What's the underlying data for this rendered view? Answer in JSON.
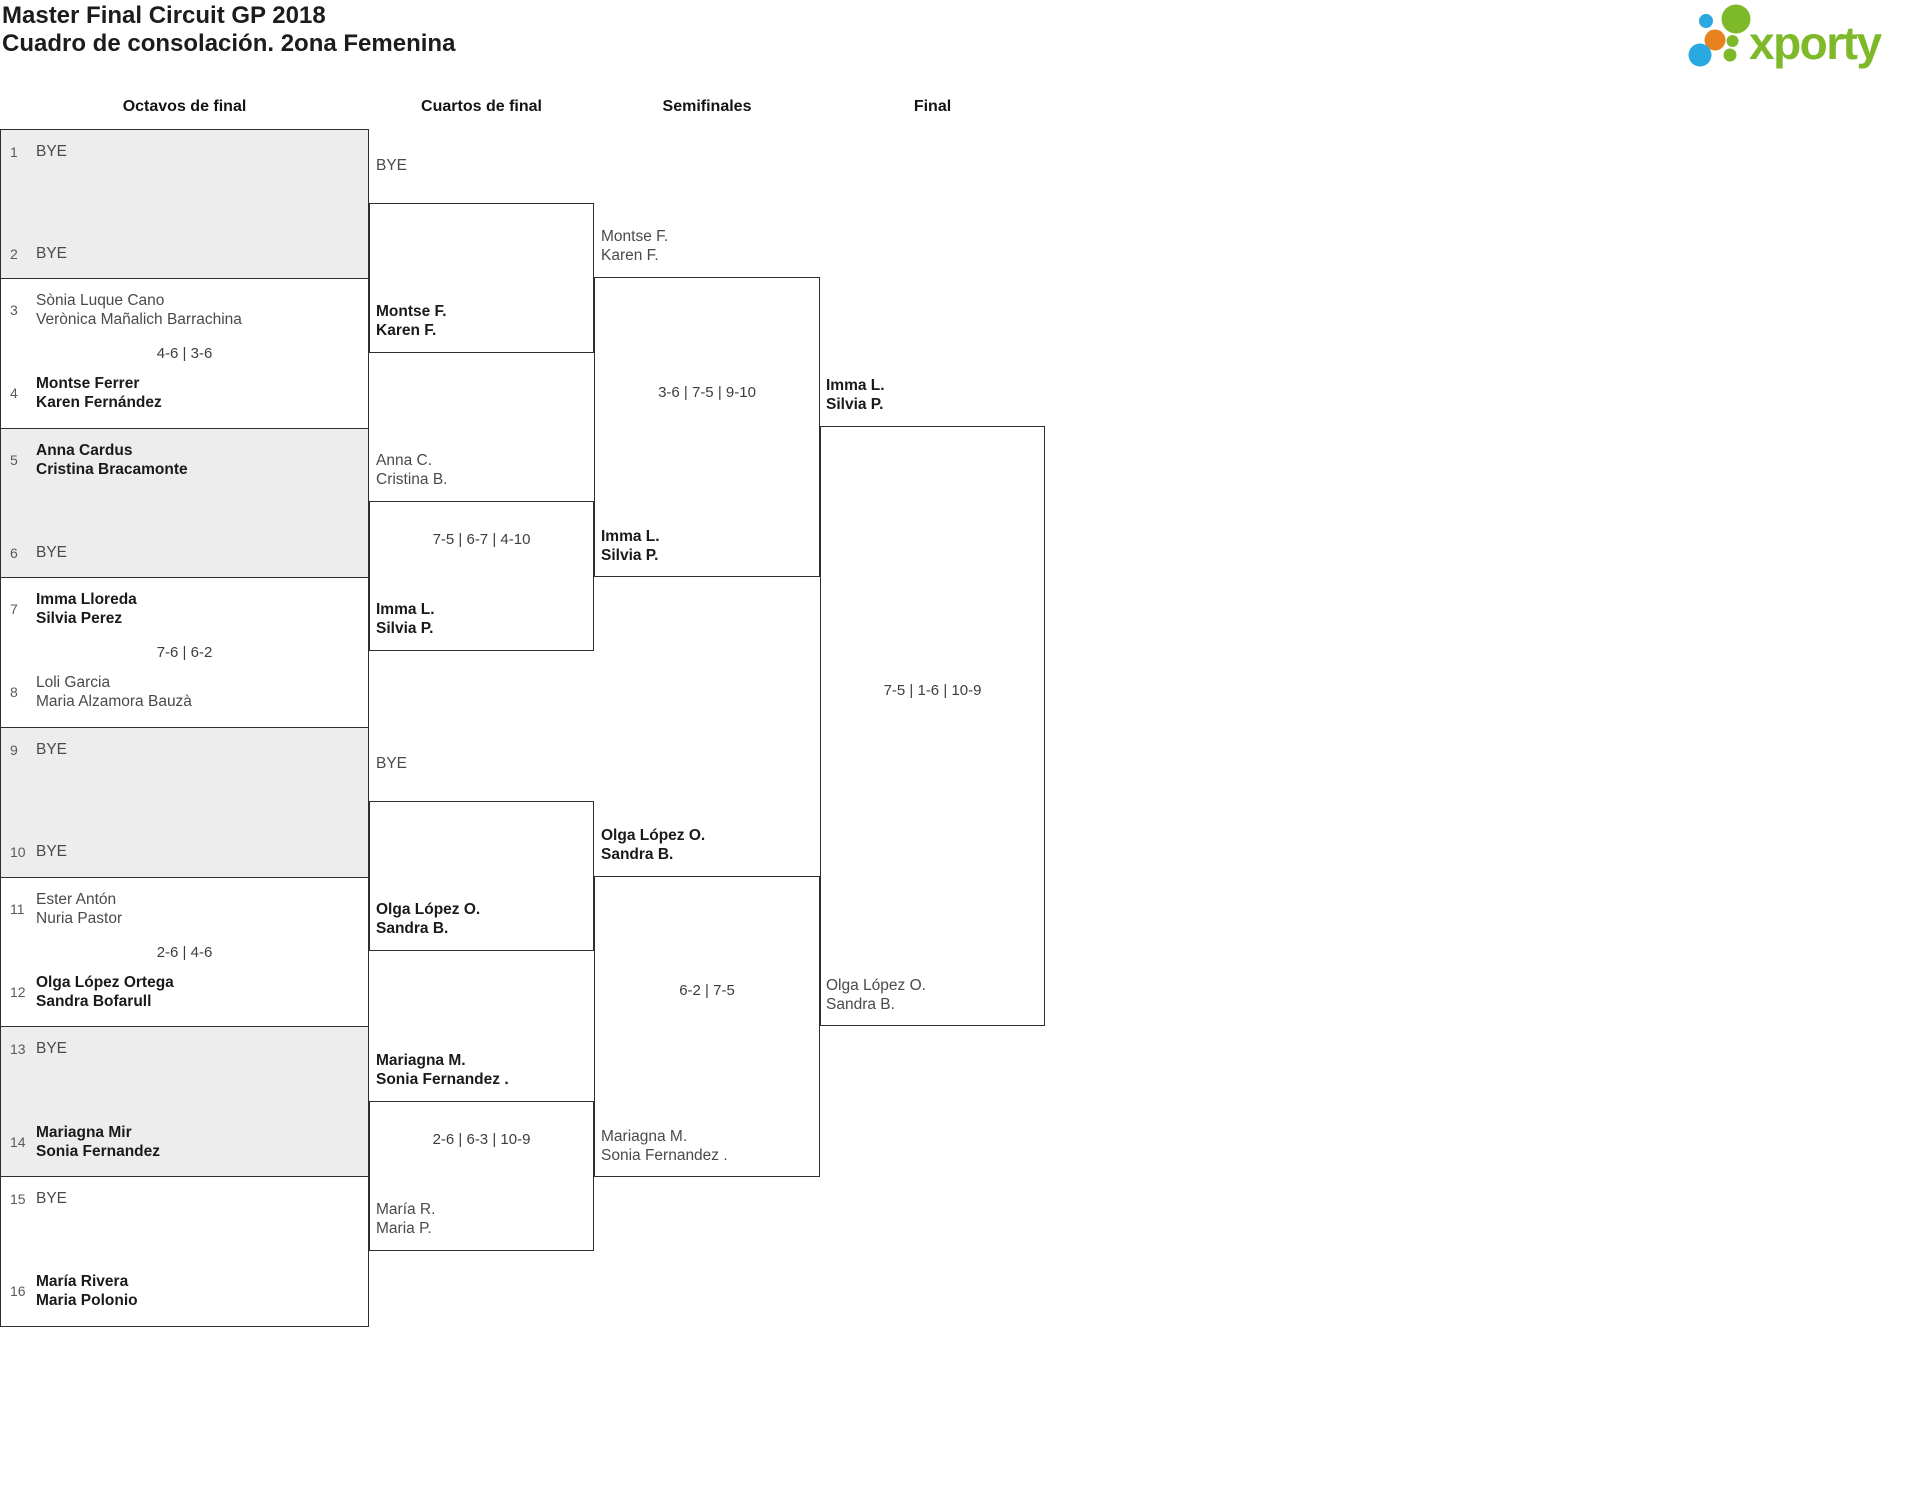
{
  "header": {
    "title": "Master Final Circuit GP 2018",
    "subtitle": "Cuadro de consolación. 2ona Femenina",
    "logo_text": "xporty"
  },
  "round_headers": [
    "Octavos de final",
    "Cuartos de final",
    "Semifinales",
    "Final"
  ],
  "colors": {
    "logo_green": "#7db928",
    "logo_blue": "#29a9e0",
    "logo_orange": "#e8821e",
    "shaded_box": "#ededed",
    "border": "#2e2e2e",
    "winner_text": "#1a1a1a",
    "loser_text": "#4a4a4a"
  },
  "chart_data": {
    "type": "table",
    "title": "Master Final Circuit GP 2018 — Cuadro de consolación. 2ona Femenina",
    "rounds": [
      "Octavos de final",
      "Cuartos de final",
      "Semifinales",
      "Final"
    ],
    "matches": [
      {
        "round": "Octavos de final",
        "pos": 1,
        "team_a": "BYE",
        "team_b": "BYE",
        "score": "",
        "winner": ""
      },
      {
        "round": "Octavos de final",
        "pos": 2,
        "team_a": "Sònia Luque Cano / Verònica Mañalich Barrachina",
        "team_b": "Montse Ferrer / Karen Fernández",
        "score": "4-6 | 3-6",
        "winner": "Montse Ferrer / Karen Fernández"
      },
      {
        "round": "Octavos de final",
        "pos": 3,
        "team_a": "Anna Cardus / Cristina Bracamonte",
        "team_b": "BYE",
        "score": "",
        "winner": "Anna Cardus / Cristina Bracamonte"
      },
      {
        "round": "Octavos de final",
        "pos": 4,
        "team_a": "Imma Lloreda / Silvia Perez",
        "team_b": "Loli Garcia / Maria Alzamora Bauzà",
        "score": "7-6 | 6-2",
        "winner": "Imma Lloreda / Silvia Perez"
      },
      {
        "round": "Octavos de final",
        "pos": 5,
        "team_a": "BYE",
        "team_b": "BYE",
        "score": "",
        "winner": ""
      },
      {
        "round": "Octavos de final",
        "pos": 6,
        "team_a": "Ester Antón / Nuria Pastor",
        "team_b": "Olga López Ortega / Sandra Bofarull",
        "score": "2-6 | 4-6",
        "winner": "Olga López Ortega / Sandra Bofarull"
      },
      {
        "round": "Octavos de final",
        "pos": 7,
        "team_a": "BYE",
        "team_b": "Mariagna Mir / Sonia Fernandez",
        "score": "",
        "winner": "Mariagna Mir / Sonia Fernandez"
      },
      {
        "round": "Octavos de final",
        "pos": 8,
        "team_a": "BYE",
        "team_b": "María Rivera / Maria Polonio",
        "score": "",
        "winner": "María Rivera / Maria Polonio"
      },
      {
        "round": "Cuartos de final",
        "pos": 1,
        "team_a": "BYE",
        "team_b": "Montse F. / Karen F.",
        "score": "",
        "winner": "Montse F. / Karen F."
      },
      {
        "round": "Cuartos de final",
        "pos": 2,
        "team_a": "Anna C. / Cristina B.",
        "team_b": "Imma L. / Silvia P.",
        "score": "7-5 | 6-7 | 4-10",
        "winner": "Imma L. / Silvia P."
      },
      {
        "round": "Cuartos de final",
        "pos": 3,
        "team_a": "BYE",
        "team_b": "Olga López O. / Sandra B.",
        "score": "",
        "winner": "Olga López O. / Sandra B."
      },
      {
        "round": "Cuartos de final",
        "pos": 4,
        "team_a": "Mariagna M. / Sonia Fernandez .",
        "team_b": "María R. / Maria P.",
        "score": "2-6 | 6-3 | 10-9",
        "winner": "Mariagna M. / Sonia Fernandez ."
      },
      {
        "round": "Semifinales",
        "pos": 1,
        "team_a": "Montse F. / Karen F.",
        "team_b": "Imma L. / Silvia P.",
        "score": "3-6 | 7-5 | 9-10",
        "winner": "Imma L. / Silvia P."
      },
      {
        "round": "Semifinales",
        "pos": 2,
        "team_a": "Olga López O. / Sandra B.",
        "team_b": "Mariagna M. / Sonia Fernandez .",
        "score": "6-2 | 7-5",
        "winner": "Olga López O. / Sandra B."
      },
      {
        "round": "Final",
        "pos": 1,
        "team_a": "Imma L. / Silvia P.",
        "team_b": "Olga López O. / Sandra B.",
        "score": "7-5 | 1-6 | 10-9",
        "winner": "Imma L. / Silvia P."
      }
    ]
  },
  "octavos": [
    {
      "seed_a": "1",
      "a1": "BYE",
      "a2": "",
      "seed_b": "2",
      "b1": "BYE",
      "b2": "",
      "score": ""
    },
    {
      "seed_a": "3",
      "a1": "Sònia Luque Cano",
      "a2": "Verònica Mañalich Barrachina",
      "seed_b": "4",
      "b1": "Montse Ferrer",
      "b2": "Karen Fernández",
      "score": "4-6 | 3-6"
    },
    {
      "seed_a": "5",
      "a1": "Anna Cardus",
      "a2": "Cristina Bracamonte",
      "seed_b": "6",
      "b1": "BYE",
      "b2": "",
      "score": ""
    },
    {
      "seed_a": "7",
      "a1": "Imma Lloreda",
      "a2": "Silvia Perez",
      "seed_b": "8",
      "b1": "Loli Garcia",
      "b2": "Maria Alzamora Bauzà",
      "score": "7-6 | 6-2"
    },
    {
      "seed_a": "9",
      "a1": "BYE",
      "a2": "",
      "seed_b": "10",
      "b1": "BYE",
      "b2": "",
      "score": ""
    },
    {
      "seed_a": "11",
      "a1": "Ester Antón",
      "a2": "Nuria Pastor",
      "seed_b": "12",
      "b1": "Olga López Ortega",
      "b2": "Sandra Bofarull",
      "score": "2-6 | 4-6"
    },
    {
      "seed_a": "13",
      "a1": "BYE",
      "a2": "",
      "seed_b": "14",
      "b1": "Mariagna Mir",
      "b2": "Sonia Fernandez",
      "score": ""
    },
    {
      "seed_a": "15",
      "a1": "BYE",
      "a2": "",
      "seed_b": "16",
      "b1": "María Rivera",
      "b2": "Maria Polonio",
      "score": ""
    }
  ],
  "cuartos": [
    {
      "a1": "BYE",
      "a2": "",
      "b1": "Montse F.",
      "b2": "Karen F.",
      "score": ""
    },
    {
      "a1": "Anna C.",
      "a2": "Cristina B.",
      "b1": "Imma L.",
      "b2": "Silvia P.",
      "score": "7-5 | 6-7 | 4-10"
    },
    {
      "a1": "BYE",
      "a2": "",
      "b1": "Olga López O.",
      "b2": "Sandra B.",
      "score": ""
    },
    {
      "a1": "Mariagna M.",
      "a2": "Sonia Fernandez .",
      "b1": "María R.",
      "b2": "Maria P.",
      "score": "2-6 | 6-3 | 10-9"
    }
  ],
  "semifinales": [
    {
      "a1": "Montse F.",
      "a2": "Karen F.",
      "b1": "Imma L.",
      "b2": "Silvia P.",
      "score": "3-6 | 7-5 | 9-10"
    },
    {
      "a1": "Olga López O.",
      "a2": "Sandra B.",
      "b1": "Mariagna M.",
      "b2": "Sonia Fernandez .",
      "score": "6-2 | 7-5"
    }
  ],
  "final": [
    {
      "a1": "Imma L.",
      "a2": "Silvia P.",
      "b1": "Olga López O.",
      "b2": "Sandra B.",
      "score": "7-5 | 1-6 | 10-9"
    }
  ]
}
